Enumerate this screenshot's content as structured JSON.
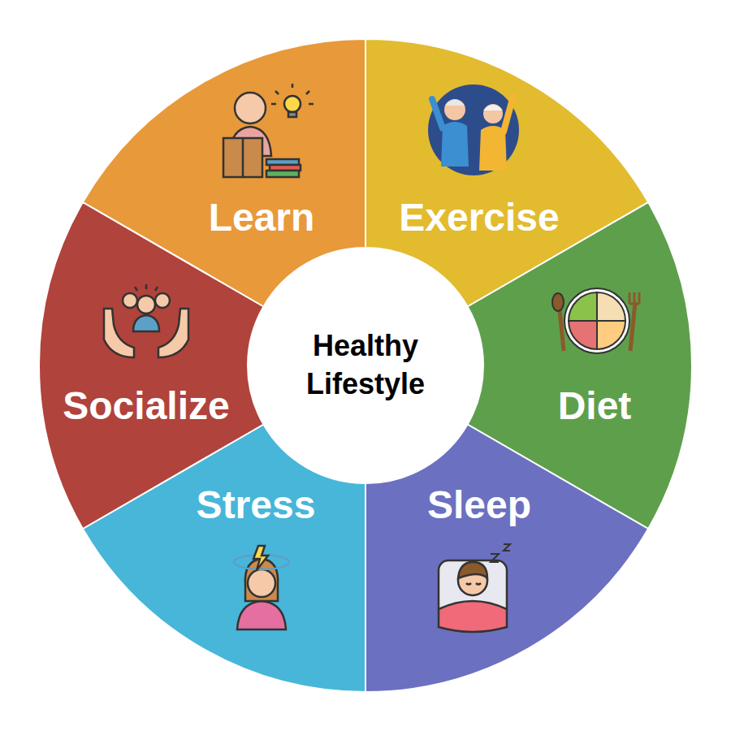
{
  "diagram": {
    "nodes": [
      {
        "text": [
          "Healthy Lifestyle"
        ]
      },
      {
        "text": [
          "Learn"
        ]
      },
      {
        "text": [
          "Exercise"
        ]
      },
      {
        "text": [
          "Diet"
        ]
      },
      {
        "text": [
          "Sleep"
        ]
      },
      {
        "text": [
          "Stress"
        ]
      },
      {
        "text": [
          "Socialize"
        ]
      }
    ]
  }
}
